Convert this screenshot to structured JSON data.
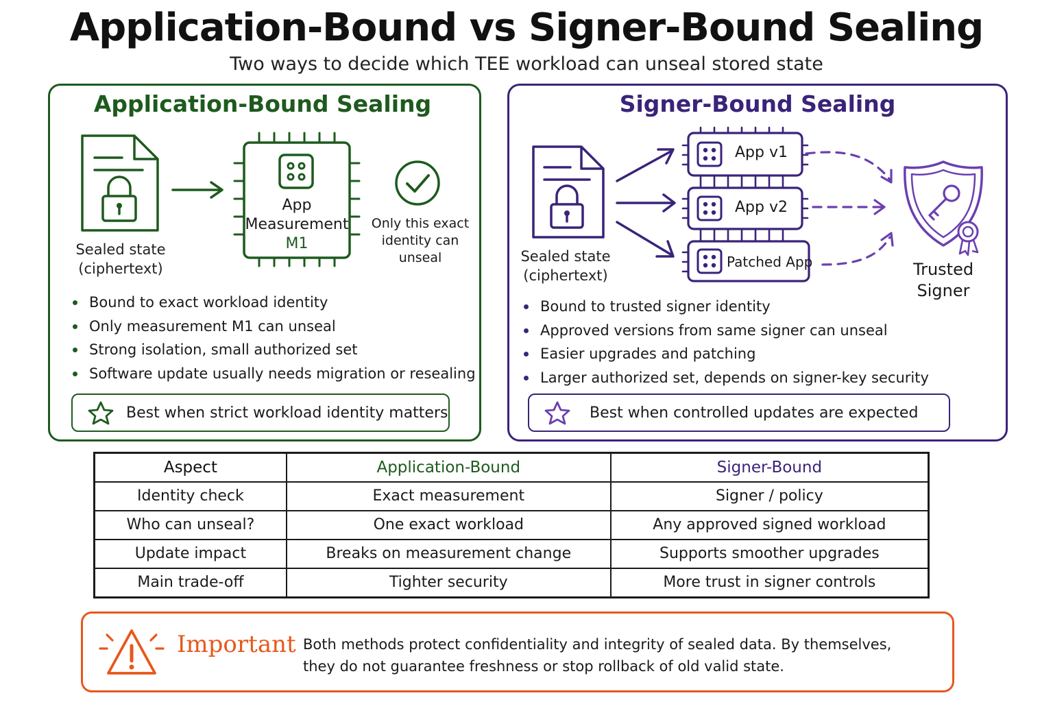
{
  "header": {
    "title": "Application-Bound vs Signer-Bound Sealing",
    "subtitle": "Two ways to decide which TEE workload can unseal stored state"
  },
  "colors": {
    "green": "#1e5a1e",
    "purple": "#3a237a",
    "orange": "#e8571a",
    "ink": "#1a1a1a"
  },
  "app_bound": {
    "title": "Application-Bound Sealing",
    "sealed_label_1": "Sealed state",
    "sealed_label_2": "(ciphertext)",
    "chip_line_1": "App",
    "chip_line_2": "Measurement",
    "chip_line_3": "M1",
    "check_line_1": "Only this exact",
    "check_line_2": "identity can",
    "check_line_3": "unseal",
    "bullets": [
      "Bound to exact workload identity",
      "Only measurement M1 can unseal",
      "Strong isolation, small authorized set",
      "Software update usually needs migration or resealing"
    ],
    "best": "Best when strict workload identity matters",
    "icons": [
      "document-lock-icon",
      "arrow-right-icon",
      "chip-icon",
      "check-circle-icon",
      "star-icon"
    ]
  },
  "signer_bound": {
    "title": "Signer-Bound Sealing",
    "sealed_label_1": "Sealed state",
    "sealed_label_2": "(ciphertext)",
    "apps": [
      "App v1",
      "App v2",
      "Patched App"
    ],
    "signer_line_1": "Trusted",
    "signer_line_2": "Signer",
    "bullets": [
      "Bound to trusted signer identity",
      "Approved versions from same signer can unseal",
      "Easier upgrades and patching",
      "Larger authorized set, depends on signer-key security"
    ],
    "best": "Best when controlled updates are expected",
    "icons": [
      "document-lock-icon",
      "arrow-right-icon",
      "chip-icon",
      "dashed-arrow-icon",
      "shield-key-icon",
      "star-icon"
    ]
  },
  "comparison": {
    "headers": [
      "Aspect",
      "Application-Bound",
      "Signer-Bound"
    ],
    "rows": [
      [
        "Identity check",
        "Exact measurement",
        "Signer / policy"
      ],
      [
        "Who can unseal?",
        "One exact workload",
        "Any approved signed workload"
      ],
      [
        "Update impact",
        "Breaks on measurement change",
        "Supports smoother upgrades"
      ],
      [
        "Main trade-off",
        "Tighter security",
        "More trust in signer controls"
      ]
    ]
  },
  "important": {
    "label": "Important",
    "line_1": "Both methods protect confidentiality and integrity of sealed data. By themselves,",
    "line_2": "they do not guarantee freshness or stop rollback of old valid state.",
    "icon": "warning-triangle-icon"
  }
}
